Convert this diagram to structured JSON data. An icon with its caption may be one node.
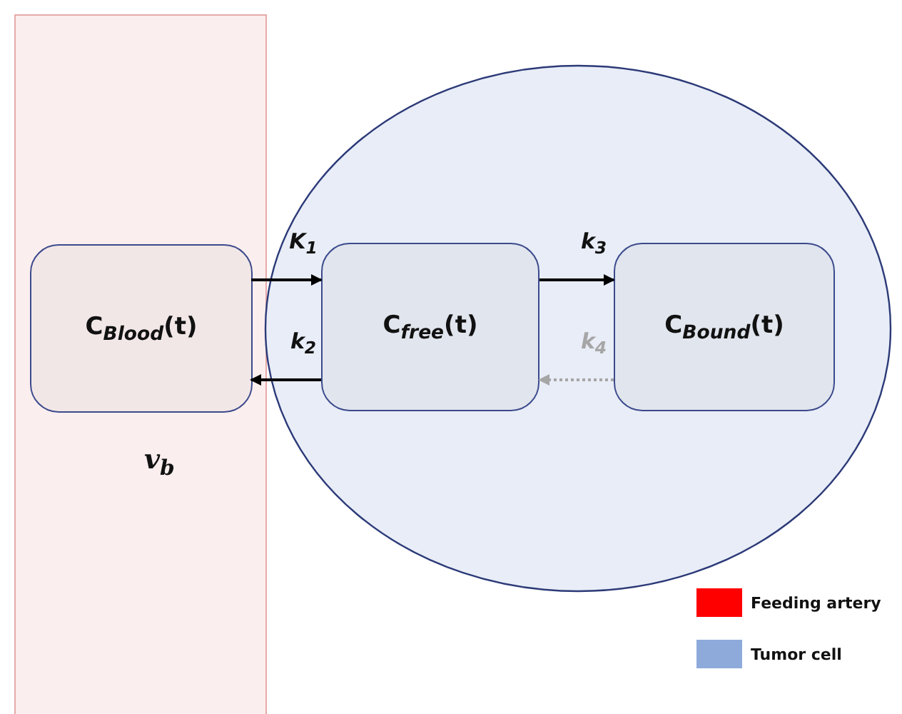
{
  "diagram": {
    "nodes": [
      {
        "text": [
          "v$_{b}$"
        ]
      },
      {
        "text": [],
        "shape": "circle"
      },
      {
        "text": [
          "C$_{Blood}$(t)"
        ],
        "in": 0
      },
      {
        "text": [
          "C$_{free}$(t)"
        ],
        "in": 1
      },
      {
        "text": [
          "C$_{Bound}$(t)"
        ],
        "in": 1
      }
    ],
    "edges": [
      {
        "from": 2,
        "to": 3,
        "arrow": "to",
        "label": "K$_{1}$"
      },
      {
        "from": 3,
        "to": 2,
        "arrow": "to",
        "label": "k$_{2}$"
      },
      {
        "from": 3,
        "to": 4,
        "arrow": "to",
        "label": "k$_{3}$"
      },
      {
        "from": 4,
        "to": 3,
        "arrow": "to",
        "label": "k$_{4}$",
        "style": "dashed",
        "color": "#a6a6a6"
      }
    ],
    "legend": [
      {
        "text": "Feeding artery",
        "color": "#ff0000"
      },
      {
        "text": "Tumor cell",
        "color": "#8eaadb"
      }
    ]
  }
}
